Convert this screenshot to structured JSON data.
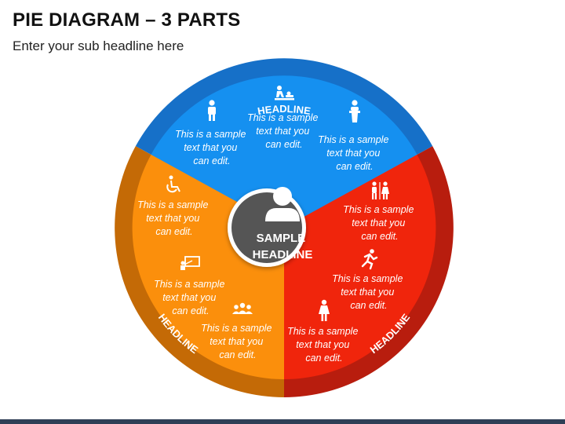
{
  "header": {
    "title": "PIE DIAGRAM – 3 PARTS",
    "subtitle": "Enter your sub headline here"
  },
  "center": {
    "label_line1": "SAMPLE",
    "label_line2": "HEADLINE",
    "icon": "person-icon"
  },
  "segments": [
    {
      "id": "blue",
      "color": "#1590f0",
      "ring_color": "#1670c8",
      "headline": "HEADLINE",
      "items": [
        {
          "icon": "person-standing-icon",
          "lines": [
            "This is a sample",
            "text that you",
            "can edit."
          ]
        },
        {
          "icon": "baby-changing-icon",
          "lines": [
            "This is a sample",
            "text that you",
            "can edit."
          ]
        },
        {
          "icon": "podium-speaker-icon",
          "lines": [
            "This is a sample",
            "text that you",
            "can edit."
          ]
        }
      ]
    },
    {
      "id": "red",
      "color": "#f0250c",
      "ring_color": "#b81d0e",
      "headline": "HEADLINE",
      "items": [
        {
          "icon": "restroom-icon",
          "lines": [
            "This is a sample",
            "text that you",
            "can edit."
          ]
        },
        {
          "icon": "running-person-icon",
          "lines": [
            "This is a sample",
            "text that you",
            "can edit."
          ]
        },
        {
          "icon": "woman-icon",
          "lines": [
            "This is a sample",
            "text that you",
            "can edit."
          ]
        }
      ]
    },
    {
      "id": "orange",
      "color": "#fb8f0c",
      "ring_color": "#c46a06",
      "headline": "HEADLINE",
      "items": [
        {
          "icon": "wheelchair-icon",
          "lines": [
            "This is a sample",
            "text that you",
            "can edit."
          ]
        },
        {
          "icon": "presentation-icon",
          "lines": [
            "This is a sample",
            "text that you",
            "can edit."
          ]
        },
        {
          "icon": "group-icon",
          "lines": [
            "This is a sample",
            "text that you",
            "can edit."
          ]
        }
      ]
    }
  ]
}
